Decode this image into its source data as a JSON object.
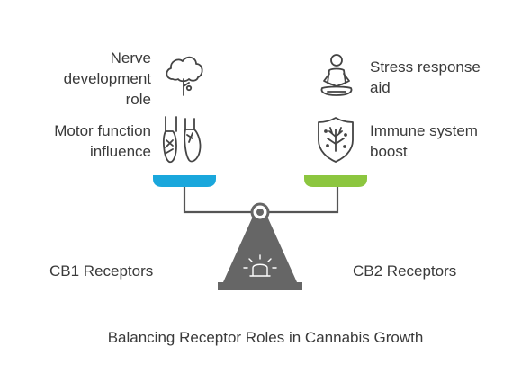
{
  "title": "Balancing Receptor Roles in Cannabis Growth",
  "left": {
    "label": "CB1 Receptors",
    "color": "#1aa7dc",
    "items": [
      {
        "text": "Nerve\ndevelopment\nrole",
        "icon": "tree-icon"
      },
      {
        "text": "Motor function\ninfluence",
        "icon": "ballet-shoes-icon"
      }
    ]
  },
  "right": {
    "label": "CB2 Receptors",
    "color": "#8cc63f",
    "items": [
      {
        "text": "Stress response\naid",
        "icon": "meditation-icon"
      },
      {
        "text": "Immune system\nboost",
        "icon": "shield-icon"
      }
    ]
  },
  "scale": {
    "icon": "siren-icon",
    "color": "#666666"
  }
}
